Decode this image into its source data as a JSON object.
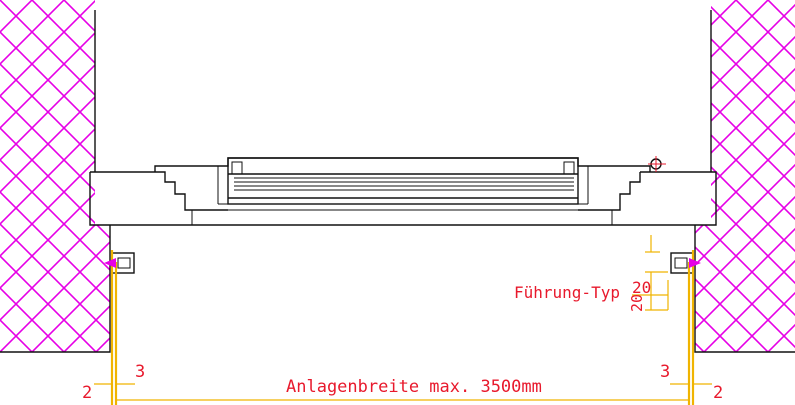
{
  "labels": {
    "guide_type": "Führung-Typ",
    "width_label": "Anlagenbreite max. 3500mm",
    "dim_left_3": "3",
    "dim_left_2": "2",
    "dim_right_3": "3",
    "dim_right_2": "2",
    "guide_dim_horizontal": "20",
    "guide_dim_vertical": "20"
  },
  "colors": {
    "hatch": "#e600e6",
    "dimension_text": "#e8192c",
    "dimension_line": "#f0b400",
    "outline": "#111111"
  }
}
